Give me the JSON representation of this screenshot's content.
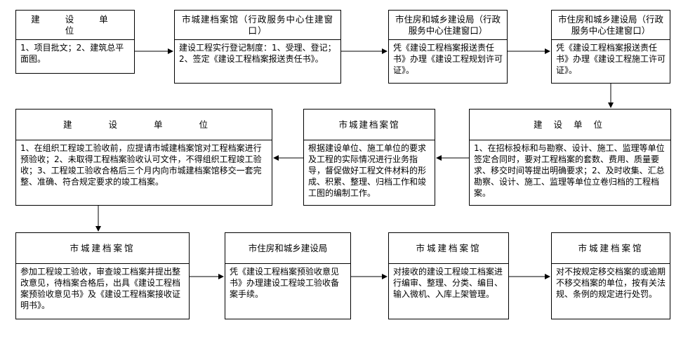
{
  "flowchart": {
    "nodes": [
      {
        "id": "n1",
        "title": "建 设 单 位",
        "body": "1、项目批文；2、建筑总平面图。"
      },
      {
        "id": "n2",
        "title": "市城建档案馆（行政服务中心住建窗口）",
        "body": "建设工程实行登记制度：1、受理、登记；2、签定《建设工程档案报送责任书》。"
      },
      {
        "id": "n3",
        "title": "市住房和城乡建设局（行政服务中心住建窗口）",
        "body": "凭《建设工程档案报送责任书》办理《建设工程规划许可证》。"
      },
      {
        "id": "n4",
        "title": "市住房和城乡建设局（行政服务中心住建窗口）",
        "body": "凭《建设工程档案报送责任书》办理《建设工程施工许可证》。"
      },
      {
        "id": "n5",
        "title": "建 设 单 位",
        "body": "1、在招标投标和与勘察、设计、施工、监理等单位签定合同时，要对工程档案的套数、费用、质量要求、移交时间等提出明确要求；2、及时收集、汇总勘察、设计、施工、监理等单位立卷归档的工程档案。"
      },
      {
        "id": "n6",
        "title": "市城建档案馆",
        "body": "根据建设单位、施工单位的要求及工程的实际情况进行业务指导，督促做好工程文件材料的形成、积累、整理、归档工作和竣工图的编制工作。"
      },
      {
        "id": "n7",
        "title": "建 设 单 位",
        "body": "1、在组织工程竣工验收前，应提请市城建档案馆对工程档案进行预验收；2、未取得工程档案验收认可文件，不得组织工程竣工验收；3、工程竣工验收合格后三个月内向市城建档案馆移交一套完整、准确、符合规定要求的竣工档案。"
      },
      {
        "id": "n8",
        "title": "市城建档案馆",
        "body": "参加工程竣工验收，审查竣工档案并提出整改意见，待档案合格后，出具《建设工程档案预验收意见书》及《建设工程档案接收证明书》。"
      },
      {
        "id": "n9",
        "title": "市住房和城乡建设局",
        "body": "凭《建设工程档案预验收意见书》办理建设工程竣工验收备案手续。"
      },
      {
        "id": "n10",
        "title": "市城建档案馆",
        "body": "对接收的建设工程竣工档案进行编审、整理、分类、编目、输入微机、入库上架管理。"
      },
      {
        "id": "n11",
        "title": "市城建档案馆",
        "body": "对不按规定移交档案的或逾期不移交档案的单位，按有关法规、条例的规定进行处罚。"
      }
    ],
    "edges": [
      {
        "from": "n1",
        "to": "n2"
      },
      {
        "from": "n2",
        "to": "n3"
      },
      {
        "from": "n3",
        "to": "n4"
      },
      {
        "from": "n4",
        "to": "n5"
      },
      {
        "from": "n5",
        "to": "n6"
      },
      {
        "from": "n6",
        "to": "n7"
      },
      {
        "from": "n7",
        "to": "n8"
      },
      {
        "from": "n8",
        "to": "n9"
      },
      {
        "from": "n9",
        "to": "n10"
      },
      {
        "from": "n10",
        "to": "n11"
      }
    ]
  }
}
